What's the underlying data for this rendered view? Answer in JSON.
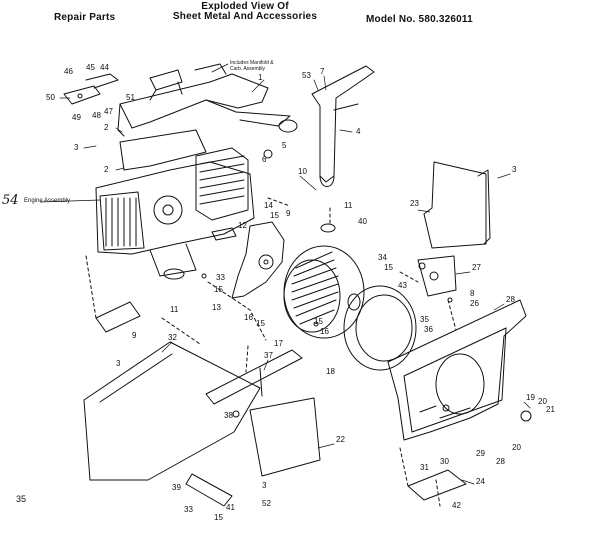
{
  "header": {
    "left": "Repair Parts",
    "center_line1": "Exploded View Of",
    "center_line2": "Sheet Metal And Accessories",
    "model": "Model No. 580.326011"
  },
  "page_number": "35",
  "engine_label": "Engine Assembly",
  "engine_ref": "54",
  "small_note_1": "Includes Manifold &",
  "small_note_2": "Carb. Assembly",
  "callouts": [
    "46",
    "45",
    "44",
    "50",
    "49",
    "48",
    "47",
    "51",
    "1",
    "53",
    "7",
    "2",
    "4",
    "3",
    "2",
    "6",
    "5",
    "10",
    "9",
    "11",
    "40",
    "14",
    "15",
    "12",
    "33",
    "15",
    "3",
    "23",
    "34",
    "15",
    "27",
    "43",
    "8",
    "26",
    "35",
    "36",
    "13",
    "16",
    "15",
    "17",
    "15",
    "16",
    "18",
    "28",
    "11",
    "9",
    "32",
    "37",
    "3",
    "38",
    "22",
    "19",
    "20",
    "21",
    "20",
    "29",
    "28",
    "30",
    "31",
    "24",
    "42",
    "39",
    "33",
    "15",
    "41",
    "3",
    "52"
  ]
}
